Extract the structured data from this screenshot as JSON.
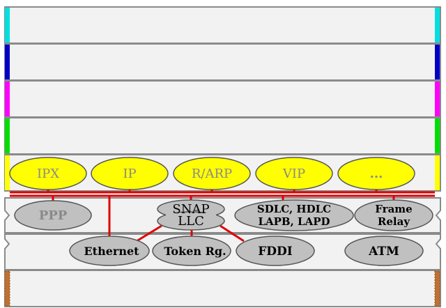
{
  "colors": {
    "band": "#f2f2f2",
    "band_border": "#8a8a8a",
    "ellipse_yellow": "#ffff00",
    "ellipse_gray": "#c0c0c0",
    "ellipse_stroke": "#555555",
    "link_red": "#e00000",
    "text_gray": "#8a8a8a",
    "text_dark": "#000000",
    "layer_colors": [
      "#00e0e0",
      "#0000c8",
      "#ff00ff",
      "#00e000",
      "#ffff00",
      "#d0d0d0",
      "#d0d0d0",
      "#c07030"
    ]
  },
  "network_protocols": [
    "IPX",
    "IP",
    "R/ARP",
    "VIP",
    "..."
  ],
  "datalink_protocols": {
    "ppp": "PPP",
    "snap": "SNAP",
    "llc": "LLC",
    "sdlc_line1": "SDLC, HDLC",
    "sdlc_line2": "LAPB, LAPD",
    "frame_line1": "Frame",
    "frame_line2": "Relay"
  },
  "physical_protocols": [
    "Ethernet",
    "Token Rg.",
    "FDDI",
    "ATM"
  ]
}
